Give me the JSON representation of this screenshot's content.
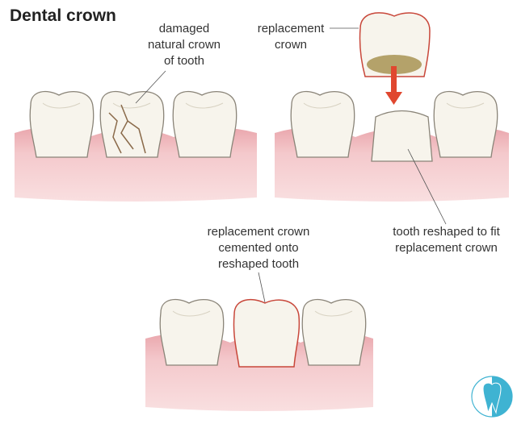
{
  "title": "Dental crown",
  "labels": {
    "damaged": [
      "damaged",
      "natural crown",
      "of tooth"
    ],
    "replacement": [
      "replacement",
      "crown"
    ],
    "reshaped": [
      "tooth reshaped to fit",
      "replacement crown"
    ],
    "cemented": [
      "replacement crown",
      "cemented onto",
      "reshaped tooth"
    ]
  },
  "colors": {
    "gum": "#f4c9cc",
    "gum_dark": "#e8a3a9",
    "tooth": "#f7f4ec",
    "outline": "#8a8478",
    "crown_outline": "#c8473a",
    "arrow": "#e0472f",
    "logo": "#3fb3d2"
  }
}
